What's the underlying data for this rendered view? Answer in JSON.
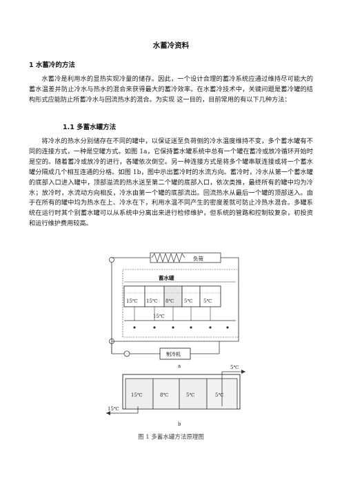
{
  "title": "水蓄冷资料",
  "section1": {
    "heading": "1  水蓄冷的方法",
    "paragraph": "水蓄冷是利用水的显热实现冷量的储存。因此，一个设计合理的蓄冷系统应通过维持尽可能大的蓄水温差并防止冷水与热水的混合来获得最大的蓄冷效率。在水蓄冷技术中，关键问题是蓄冷罐的结构形式应能防止所蓄冷水与回流热水的混合。为实现 这一目的，目前常用的有以下几种方法："
  },
  "section11": {
    "heading": "1.1  多蓄水罐方法",
    "paragraph": "将冷水的热水分别储存在不同的罐中，以保证送至负荷侧的冷水温度维持不变，多个蓄水罐有不同的连接方式，一种是空罐方式。如图 1a，它保持蓄水罐系统中总有一个罐在蓄冷或放冷循环开始时是空的。随着蓄冷或放冷的进行，各罐依次倒空。另一种连接方式是将多个罐串联连接或将一个蓄水罐分隔成几个相互连通的分格。如图 1b，图中示出蓄冷时的水流方向。蓄冷时，冷水从第一个蓄水罐的底部入口进入罐中，顶部溢流的热水送至第二个罐的底部入口，依次类推，最终所有的罐中均为冷水；放冷时，水流动方向相反，冷水由第一个罐的底部流出。回流热水从最后一个罐的顶部送入。由于在所有的罐中均为热水在上、冷水在下，利用水温不同产生的密度差就可防止冷热水混合。多罐系统在运行时其个别蓄水罐可以从系统中分离出来进行检修维护，但系统的管路和控制较复杂，初投资和运行维护费用较高。"
  },
  "figure": {
    "a": {
      "load_label": "负荷",
      "tank_label": "蓄水罐",
      "temps": [
        "15℃",
        "15℃",
        "8℃",
        "5℃",
        "5℃"
      ],
      "bottom_temp": "15℃",
      "chiller_label": "制冷机",
      "sublabel": "a"
    },
    "b": {
      "in_temp": "5℃",
      "out_temp": "15℃",
      "temps": [
        "15℃",
        "8℃",
        "5℃",
        "5℃"
      ],
      "sublabel": "b"
    },
    "caption": "图 1   多蓄水罐方法原理图"
  }
}
